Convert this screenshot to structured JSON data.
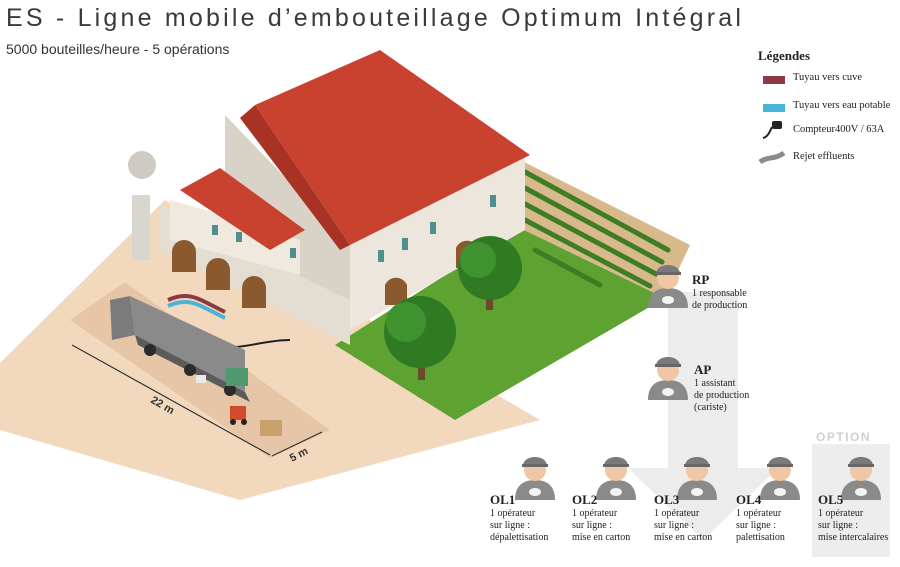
{
  "title": "ES - Ligne mobile d’embouteillage Optimum Intégral",
  "subtitle": "5000 bouteilles/heure - 5 opérations",
  "legend": {
    "title": "Légendes",
    "items": [
      {
        "label": "Tuyau vers cuve",
        "color": "#8b3a42"
      },
      {
        "label": "Tuyau vers eau potable",
        "color": "#4ab3d8"
      },
      {
        "label": "Compteur400V / 63A",
        "icon": "power-cable-icon"
      },
      {
        "label": "Rejet effluents",
        "icon": "effluent-hose-icon"
      }
    ]
  },
  "dimensions": {
    "length": "22 m",
    "width": "5 m"
  },
  "option_label": "OPTION",
  "roles": [
    {
      "code": "RP",
      "desc": [
        "1 responsable",
        "de production"
      ]
    },
    {
      "code": "AP",
      "desc": [
        "1 assistant",
        "de production",
        "(cariste)"
      ]
    },
    {
      "code": "OL1",
      "desc": [
        "1 opérateur",
        "sur ligne :",
        "dépalettisation"
      ]
    },
    {
      "code": "OL2",
      "desc": [
        "1 opérateur",
        "sur ligne :",
        "mise en carton"
      ]
    },
    {
      "code": "OL3",
      "desc": [
        "1 opérateur",
        "sur ligne :",
        "mise en carton"
      ]
    },
    {
      "code": "OL4",
      "desc": [
        "1 opérateur",
        "sur ligne :",
        "palettisation"
      ]
    },
    {
      "code": "OL5",
      "desc": [
        "1 opérateur",
        "sur ligne :",
        "mise intercalaires"
      ]
    }
  ],
  "colors": {
    "ground": "#f2d9bd",
    "roof": "#c9412f",
    "wall": "#ece6dc",
    "lawn": "#5ea232",
    "truck": "#8a8a8a",
    "badge": "#e8e8e8"
  }
}
